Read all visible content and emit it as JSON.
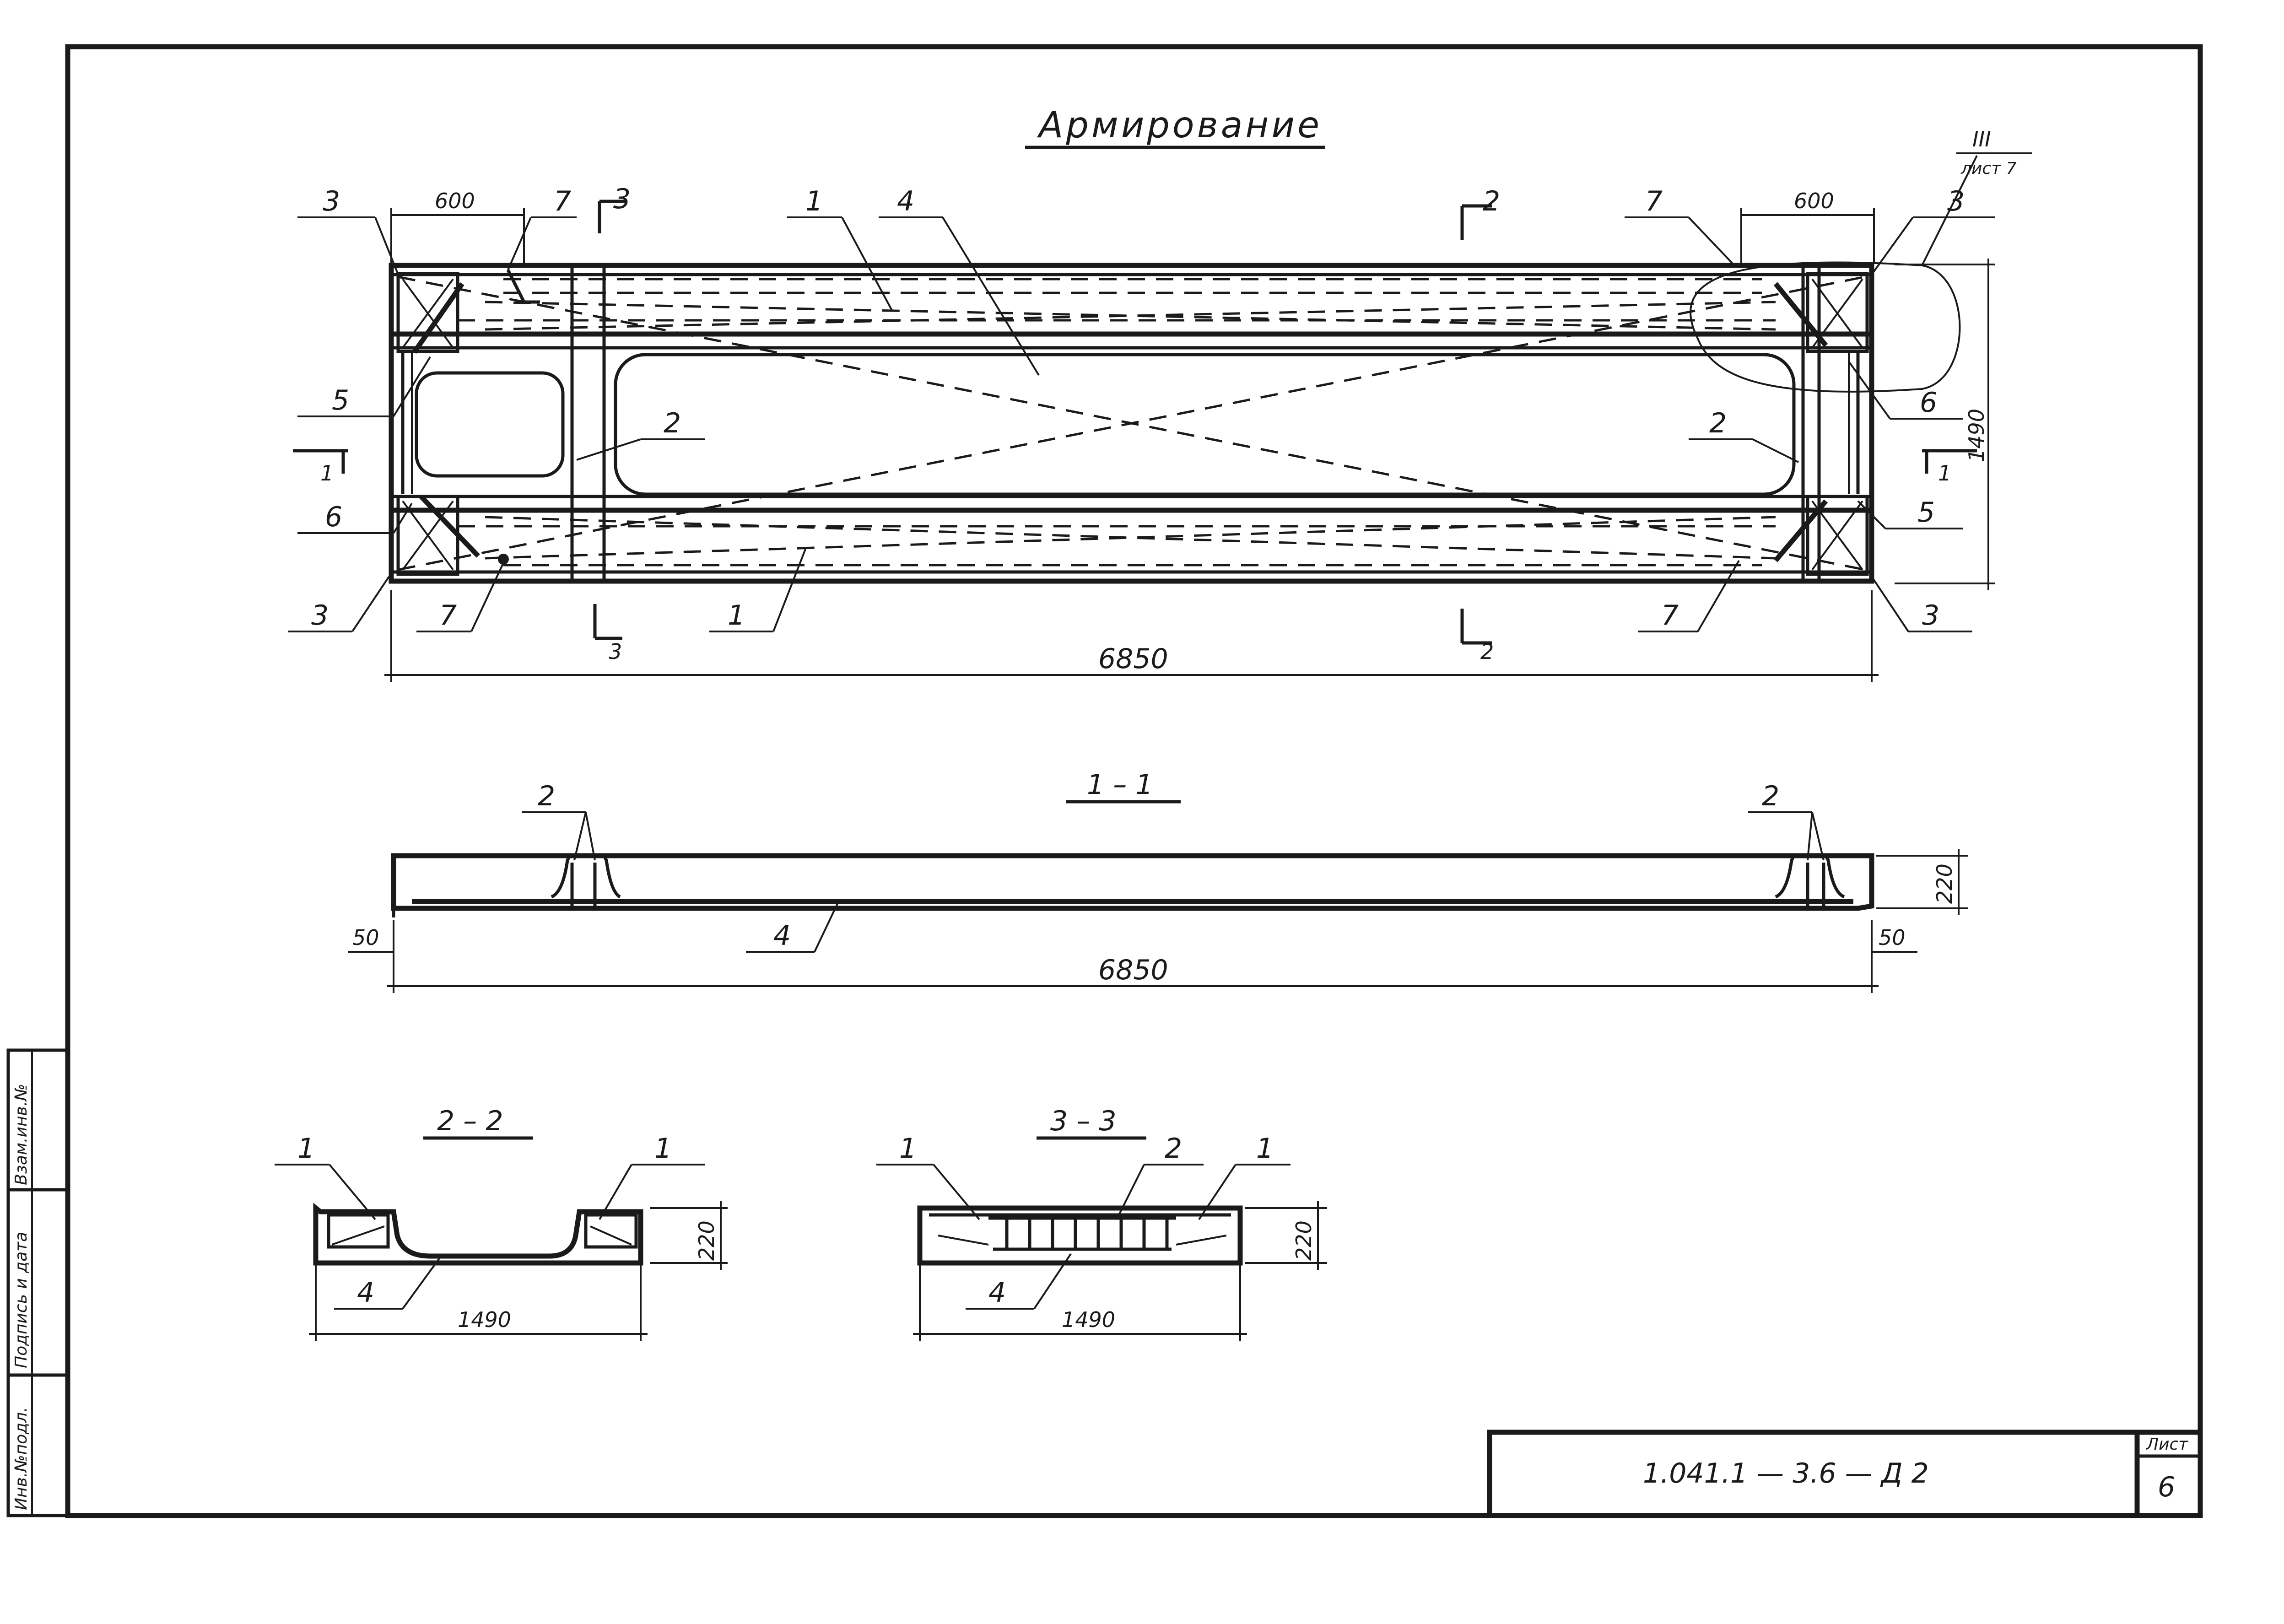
{
  "title": "Армирование",
  "sections": {
    "s11": "1 – 1",
    "s22": "2 – 2",
    "s33": "3 – 3"
  },
  "callout": {
    "detail": "III",
    "sheet": "лист 7"
  },
  "dimensions": {
    "length": "6850",
    "width": "1490",
    "end_zone": "600",
    "height": "220",
    "edge": "50"
  },
  "marks": {
    "m1": "1",
    "m2": "2",
    "m3": "3",
    "m4": "4",
    "m5": "5",
    "m6": "6",
    "m7": "7"
  },
  "title_block": {
    "code": "1.041.1 — 3.6 — Д 2",
    "sheet_label": "Лист",
    "sheet_no": "6"
  },
  "side_stamp": {
    "inv_no": "Инв.№подл.",
    "sign_date": "Подпись и дата",
    "replace_no": "Взам.инв.№"
  }
}
